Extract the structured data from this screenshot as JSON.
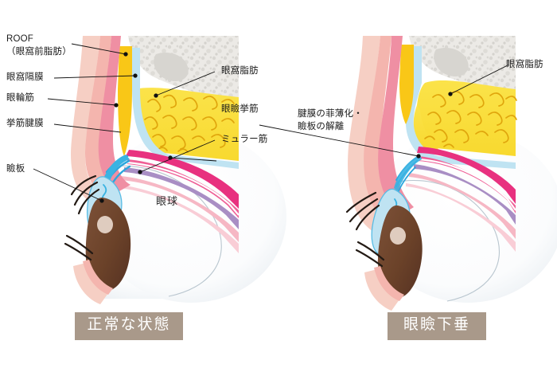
{
  "figure": {
    "title_left": "正常な状態",
    "title_right": "眼瞼下垂",
    "eyeball_label": "眼球"
  },
  "left_diagram": {
    "labels_left": [
      {
        "id": "roof",
        "line1": "ROOF",
        "line2": "（眼窩前脂肪）"
      },
      {
        "id": "orbital-septum",
        "line1": "眼窩隔膜"
      },
      {
        "id": "orbicularis-oculi",
        "line1": "眼輪筋"
      },
      {
        "id": "levator-aponeurosis",
        "line1": "挙筋腱膜"
      },
      {
        "id": "tarsal-plate",
        "line1": "瞼板"
      }
    ],
    "labels_right": [
      {
        "id": "orbital-fat",
        "line1": "眼窩脂肪"
      },
      {
        "id": "levator-muscle",
        "line1": "眼瞼挙筋"
      },
      {
        "id": "muller-muscle",
        "line1": "ミュラー筋"
      }
    ]
  },
  "right_diagram": {
    "labels_left": [
      {
        "id": "aponeurosis-thinning",
        "line1": "腱膜の菲薄化・",
        "line2": "瞼板の解離"
      }
    ],
    "labels_right": [
      {
        "id": "orbital-fat",
        "line1": "眼窩脂肪"
      }
    ]
  },
  "colors": {
    "skin_outer": "#f6cfc4",
    "skin_mid": "#f4b5ae",
    "orbicularis": "#f19aa8",
    "orbicularis_deep": "#ef8fa3",
    "roof_yellow": "#f9c717",
    "septum_blue": "#bfe3f2",
    "orbital_fat": "#fbe03f",
    "fat_line": "#e2a60c",
    "bone_gray": "#eceae6",
    "bone_speckle": "#d6d4cf",
    "levator_magenta": "#e8317f",
    "levator_pink": "#ef5f96",
    "muller_purple": "#a98ec4",
    "tarsus_fill": "#bfe3f2",
    "tarsus_line": "#3ab3e2",
    "aponeurosis_blue": "#2ba6dd",
    "iris_brown": "#6f4630",
    "iris_highlight": "#e8d8cc",
    "sclera": "#fbfcfd",
    "leader_line": "#111111",
    "caption_bg": "#a9998a",
    "caption_text": "#ffffff"
  }
}
